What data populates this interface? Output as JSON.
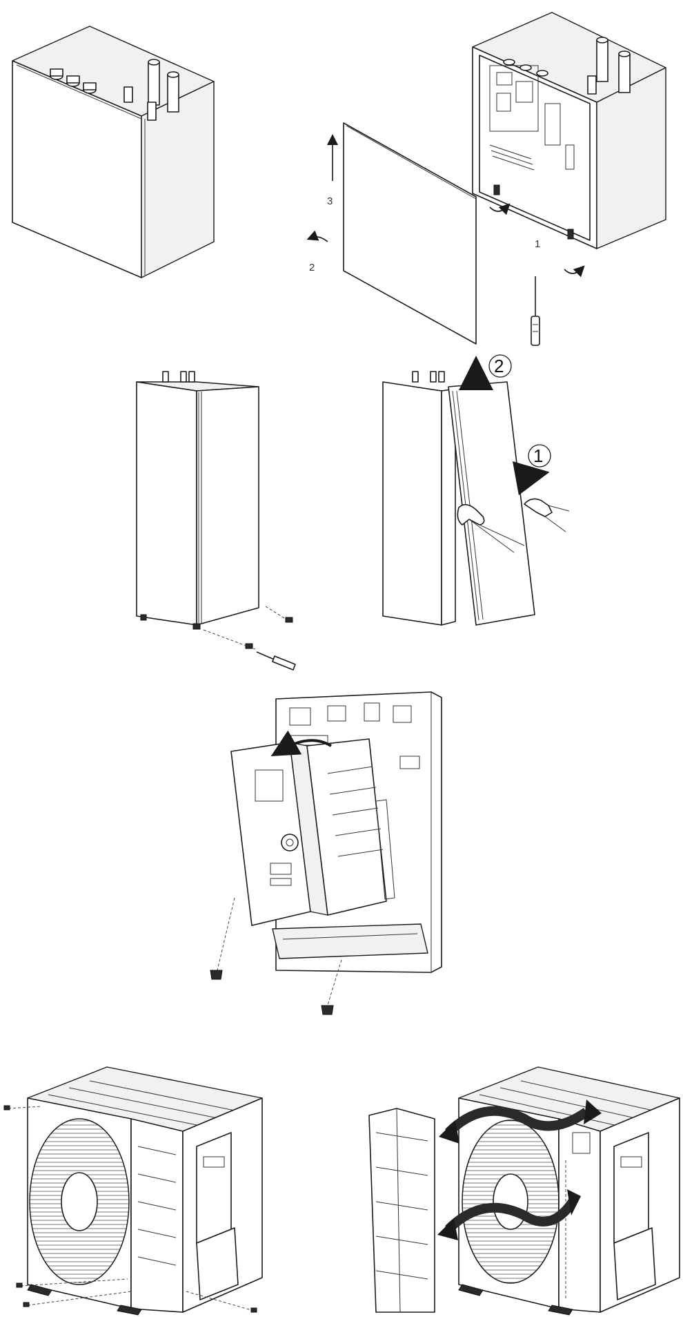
{
  "panel1": {
    "step_top": "3",
    "step_left": "2",
    "step_screws": "1"
  },
  "panel2": {
    "step_lift": "2",
    "step_pull": "1"
  },
  "colors": {
    "line": "#1a1a1a",
    "fill": "#ffffff",
    "shade": "#f1f1f1",
    "arrow": "#2a2a2a"
  },
  "icons": [
    "screwdriver-icon",
    "screw-icon",
    "hand-icon",
    "rotate-arrow-icon",
    "curved-arrow-icon"
  ]
}
